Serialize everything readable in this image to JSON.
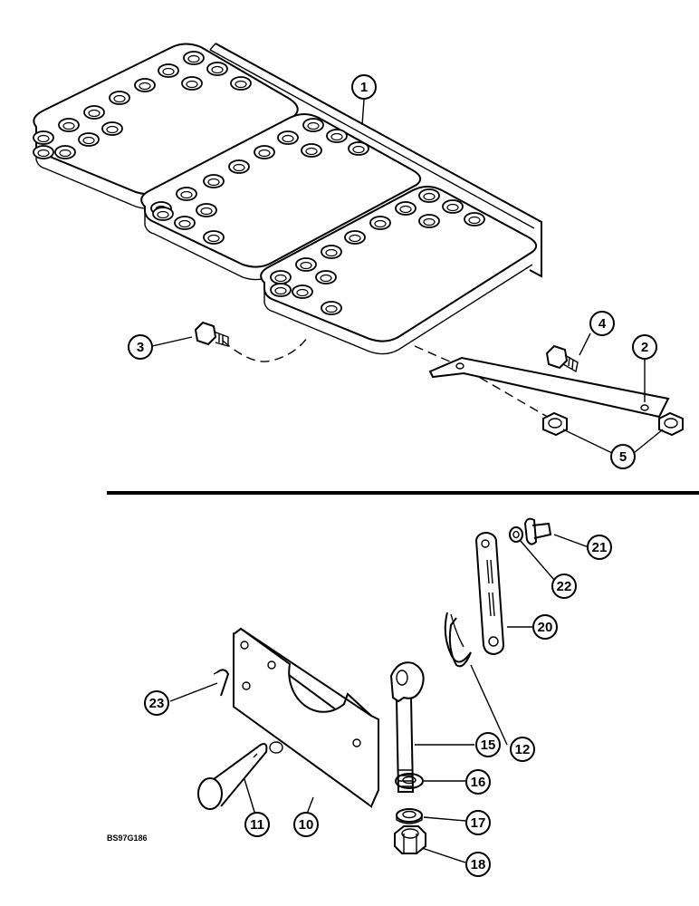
{
  "callouts": {
    "c1": "1",
    "c2": "2",
    "c3": "3",
    "c4": "4",
    "c5": "5",
    "c10": "10",
    "c11": "11",
    "c12": "12",
    "c15": "15",
    "c16": "16",
    "c17": "17",
    "c18": "18",
    "c20": "20",
    "c21": "21",
    "c22": "22",
    "c23": "23"
  },
  "drawing_code": "BS97G186"
}
